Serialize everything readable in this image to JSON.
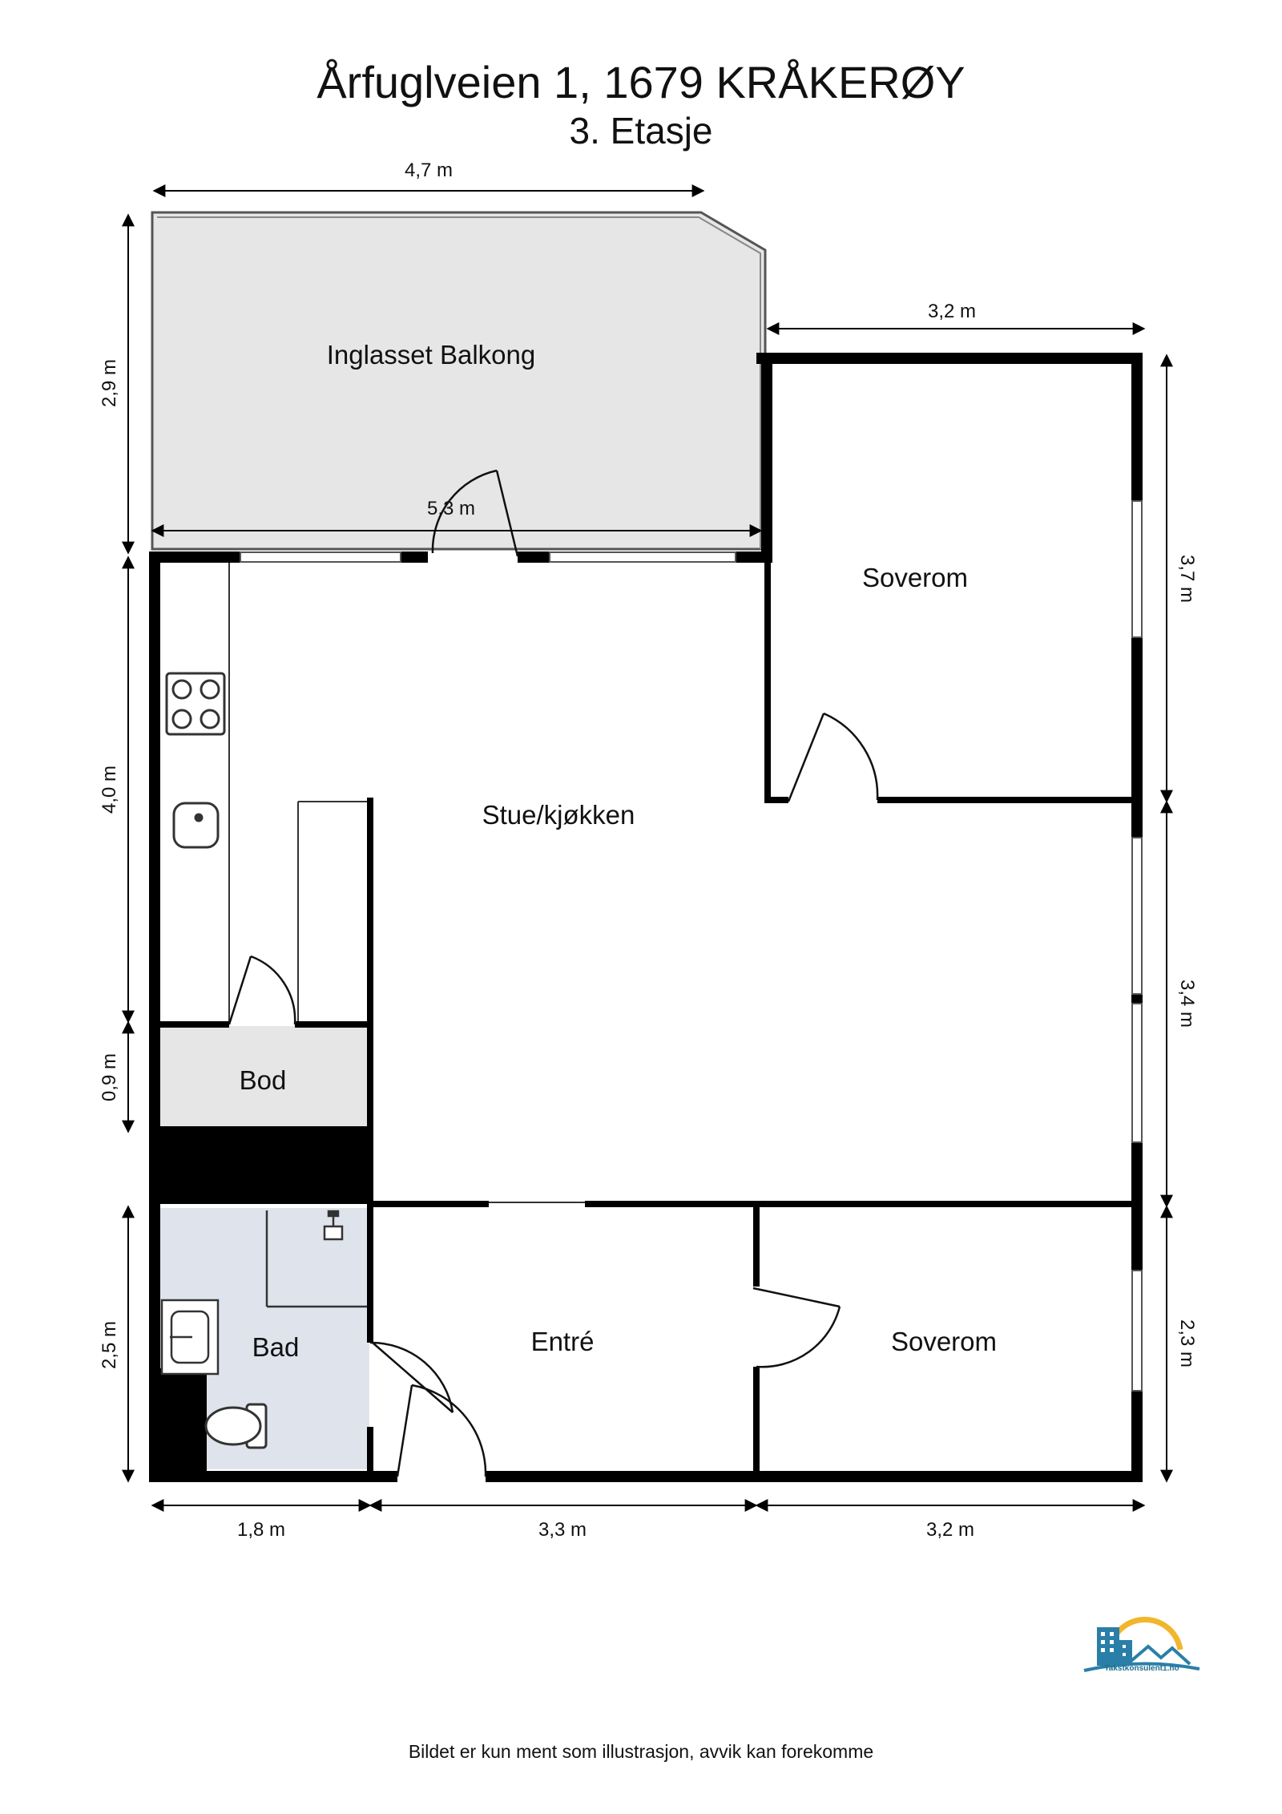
{
  "header": {
    "address": "Årfuglveien 1, 1679 KRÅKERØY",
    "floor": "3. Etasje"
  },
  "rooms": {
    "balcony": "Inglasset Balkong",
    "bedroom_top": "Soverom",
    "living_kitchen": "Stue/kjøkken",
    "storage": "Bod",
    "bathroom": "Bad",
    "entrance": "Entré",
    "bedroom_bottom": "Soverom"
  },
  "dimensions": {
    "balcony_width": "4,7 m",
    "balcony_height": "2,9 m",
    "balcony_inner_width": "5,3 m",
    "bedroom_top_width": "3,2 m",
    "bedroom_top_height": "3,7 m",
    "kitchen_height": "4,0 m",
    "storage_height": "0,9 m",
    "right_middle_height": "3,4 m",
    "bath_height": "2,5 m",
    "bedroom_bottom_height": "2,3 m",
    "bottom_left": "1,8 m",
    "bottom_middle": "3,3 m",
    "bottom_right": "3,2 m"
  },
  "logo": {
    "text": "Takstkonsulent1.no"
  },
  "footer": {
    "disclaimer": "Bildet er kun ment som illustrasjon, avvik kan forekomme"
  },
  "colors": {
    "wall": "#000000",
    "balcony_fill": "#e6e6e6",
    "storage_fill": "#e6e6e6",
    "bath_fill": "#dfe4ec",
    "logo_blue": "#2a7fa8",
    "logo_gold": "#f1b62b"
  }
}
